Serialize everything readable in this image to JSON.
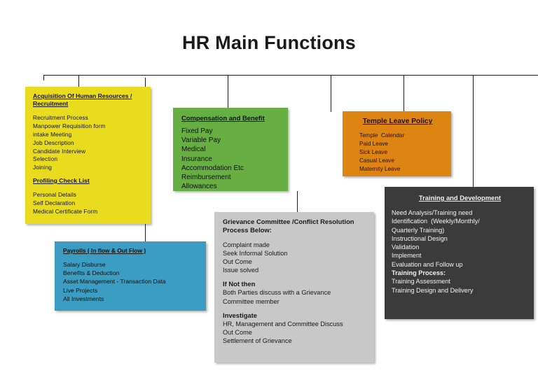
{
  "slide": {
    "title": "HR Main Functions",
    "background_color": "#FFFFFF"
  },
  "connectors": {
    "color": "#1C1C1C",
    "description": "org-chart trunk line with vertical drops to each function box"
  },
  "boxes": [
    {
      "id": "acquisition",
      "name": "Acquisition Of Human Resources / Recruitment",
      "color": "#E9DC1F",
      "header": "Acquisition Of Human Resources /",
      "header_line2": "Recruitment",
      "items": [
        "Recruitment Process",
        "Manpower Requisition form",
        "intake Meeting",
        "Job Description",
        "Candidate Interview",
        "Selection",
        "Joining"
      ],
      "subheader": "Profiling Check List",
      "subitems": [
        "Personal Details",
        "Self Declaration",
        "Medical Certificate Form"
      ]
    },
    {
      "id": "compensation",
      "name": "Compensation and Benefit",
      "color": "#67AE43",
      "header": "Compensation and Benefit",
      "items": [
        "Fixed Pay",
        "Variable Pay",
        "Medical",
        "Insurance",
        "Accommodation Etc",
        "Reimbursement",
        "Allowances"
      ]
    },
    {
      "id": "leave",
      "name": "Temple Leave Policy",
      "color": "#DE8413",
      "header": "Temple Leave Policy",
      "items": [
        "Temple  Calendar",
        "Paid Leave",
        "Sick Leave",
        "Casual Leave",
        "Maternity Leave"
      ]
    },
    {
      "id": "payroll",
      "name": "Payrolls ( In flow &  Out Flow )",
      "color": "#3C9DC2",
      "header": "Payrolls ( In flow &  Out Flow )",
      "items": [
        "Salary Disburse",
        "Benefits & Deduction",
        "Asset Management - Transaction Data",
        "Live Projects",
        "All Investments"
      ]
    },
    {
      "id": "grievance",
      "name": "Grievance Committee / Conflict Resolution",
      "color": "#C8C8C8",
      "header": "Grievance Committee /Conflict Resolution",
      "header_line2": "Process Below:",
      "items": [
        "Complaint made",
        "Seek Informal Solution",
        "Out Come",
        "Issue solved"
      ],
      "subheader": "If Not then",
      "subitems": [
        "Both Parties discuss with a Grievance",
        "Committee member"
      ],
      "subheader2": "Investigate",
      "subitems2": [
        "HR, Management and Committee Discuss",
        "Out Come",
        "Settlement of Grievance"
      ]
    },
    {
      "id": "training",
      "name": "Training and Development",
      "color": "#3B3B3B",
      "header": "Training and Development",
      "items": [
        "Need Analysis/Training need",
        "Identification  (Weekly/Monthly/",
        "Quarterly Training)",
        "Instructional Design",
        "Validation",
        "Implement",
        "Evaluation and Follow up"
      ],
      "subheader": "Training Process:",
      "subitems": [
        "Training Assessment",
        "Training Design and Delivery"
      ]
    }
  ]
}
